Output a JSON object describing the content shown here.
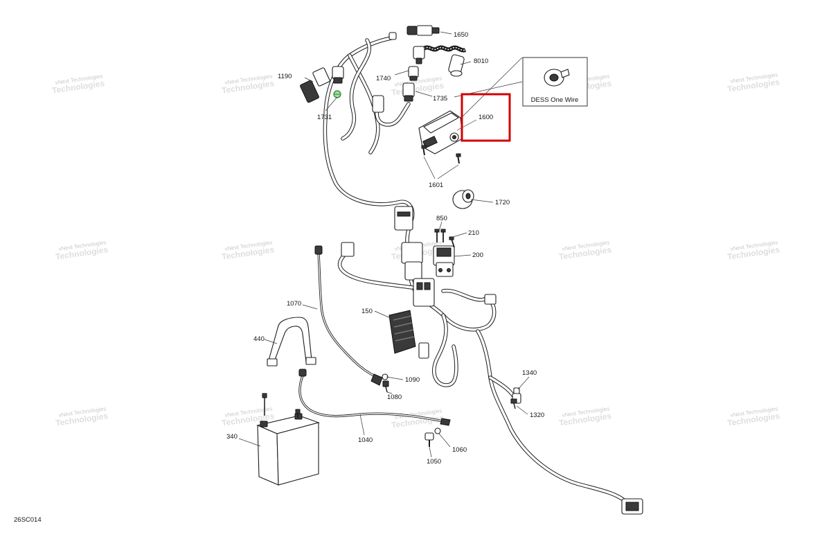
{
  "diagram": {
    "id_code": "26SC014",
    "inset": {
      "label": "DESS One Wire"
    },
    "highlight": {
      "color": "#d40000",
      "target_part": "1600"
    },
    "watermark": {
      "line1": "vNext Technologies",
      "line2": "Technologies"
    },
    "callouts": {
      "p1650": "1650",
      "p8010": "8010",
      "p1190": "1190",
      "p1740": "1740",
      "p1735": "1735",
      "p1731": "1731",
      "p1600": "1600",
      "p1601": "1601",
      "p1720": "1720",
      "p850": "850",
      "p210": "210",
      "p200": "200",
      "p1070": "1070",
      "p150": "150",
      "p440": "440",
      "p1090": "1090",
      "p1080": "1080",
      "p1340": "1340",
      "p1320": "1320",
      "p340": "340",
      "p1040": "1040",
      "p1060": "1060",
      "p1050": "1050"
    }
  }
}
